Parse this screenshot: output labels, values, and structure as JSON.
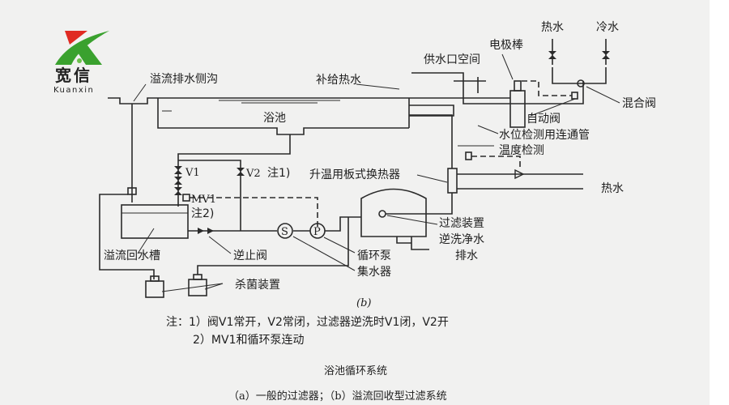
{
  "logo": {
    "name_cn": "宽信",
    "name_en": "Kuanxin",
    "colors": {
      "red": "#e02a22",
      "green": "#3aa12e"
    }
  },
  "labels": {
    "overflow_gutter": "溢流排水侧沟",
    "makeup_hot_water": "补给热水",
    "supply_space": "供水口空间",
    "electrode": "电极棒",
    "hot_water_in": "热水",
    "cold_water_in": "冷水",
    "mixing_valve": "混合阀",
    "auto_valve": "自动阀",
    "pool": "浴池",
    "level_pipe": "水位检测用连通管",
    "temp_detect": "温度检测",
    "heat_exchanger": "升温用板式换热器",
    "hot_water_out": "热水",
    "v1": "V1",
    "v2": "V2",
    "note1_ref": "注1)",
    "mv1": "MV1",
    "note2_ref": "注2)",
    "overflow_tank": "溢流回水槽",
    "check_valve": "逆止阀",
    "pump": "循环泵",
    "collector": "集水器",
    "filter": "过滤装置",
    "backwash": "逆洗净水",
    "drain": "排水",
    "sterilizer": "杀菌装置",
    "s_symbol": "S",
    "p_symbol": "P"
  },
  "figure": {
    "sub_label": "(b)",
    "note_line1": "注：1）阀V1常开，V2常闭，过滤器逆洗时V1闭，V2开",
    "note_line2": "2）MV1和循环泵连动",
    "title": "浴池循环系统",
    "caption": "（a）一般的过滤器；（b）溢流回收型过滤系统"
  }
}
